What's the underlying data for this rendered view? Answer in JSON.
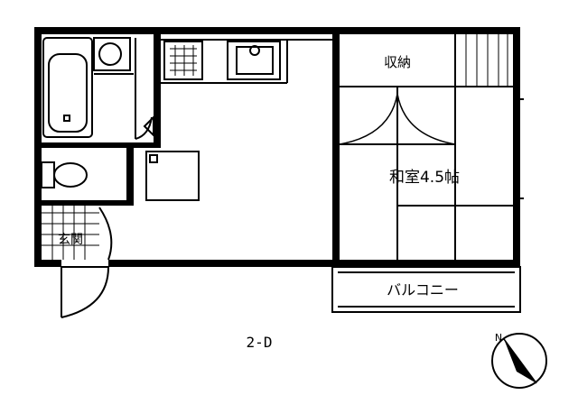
{
  "rooms": {
    "storage": "収納",
    "japanese_room": "和室4.5帖",
    "entrance": "玄関",
    "balcony": "バルコニー"
  },
  "unit_label": "2-D",
  "compass": {
    "north_label": "N"
  },
  "colors": {
    "ink": "#000000",
    "background": "#ffffff"
  }
}
